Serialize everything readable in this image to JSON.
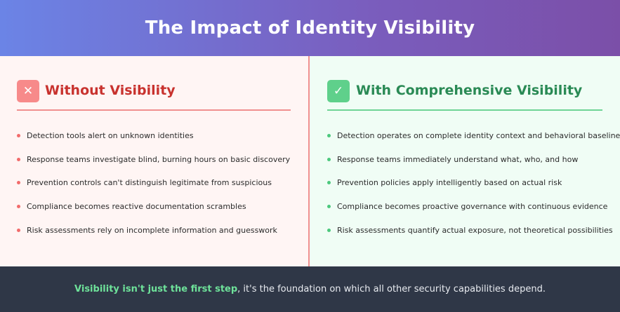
{
  "header": {
    "title": "The Impact of Identity Visibility"
  },
  "without": {
    "icon": "close-icon",
    "icon_glyph": "✕",
    "title": "Without Visibility",
    "items": [
      "Detection tools alert on unknown identities",
      "Response teams investigate blind, burning hours on basic discovery",
      "Prevention controls can't distinguish legitimate from suspicious",
      "Compliance becomes reactive documentation scrambles",
      "Risk assessments rely on incomplete information and guesswork"
    ]
  },
  "with": {
    "icon": "check-icon",
    "icon_glyph": "✓",
    "title": "With Comprehensive Visibility",
    "items": [
      "Detection operates on complete identity context and behavioral baselines",
      "Response teams immediately understand what, who, and how",
      "Prevention policies apply intelligently based on actual risk",
      "Compliance becomes proactive governance with continuous evidence",
      "Risk assessments quantify actual exposure, not theoretical possibilities"
    ]
  },
  "footer": {
    "highlight": "Visibility isn't just the first step",
    "rest": ", it's the foundation on which all other security capabilities depend."
  },
  "colors": {
    "header_gradient_start": "#6b84e6",
    "header_gradient_end": "#7b4fa8",
    "without_accent": "#c8322e",
    "with_accent": "#2a8a55",
    "footer_background": "#2f3747",
    "footer_highlight": "#6ee29a"
  }
}
